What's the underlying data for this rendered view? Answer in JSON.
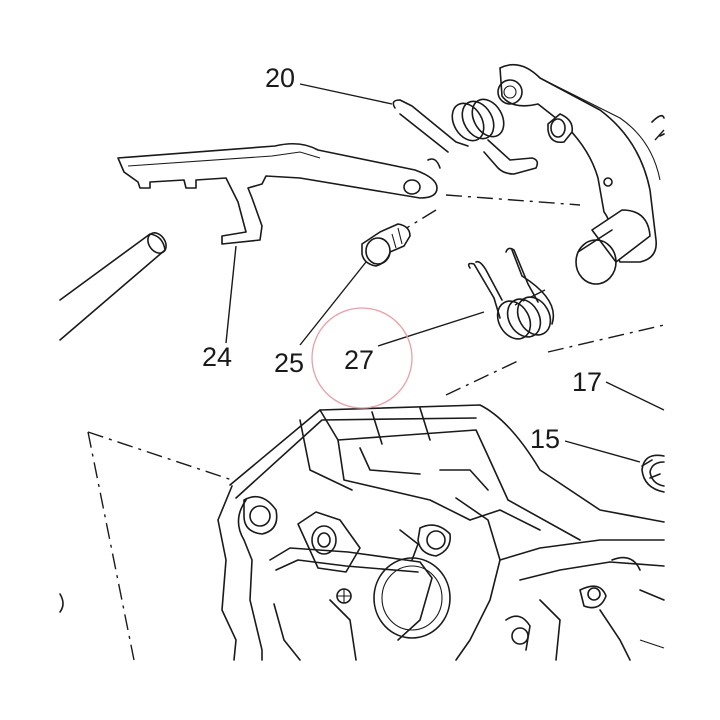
{
  "diagram": {
    "callouts": [
      {
        "id": "c20",
        "label": "20"
      },
      {
        "id": "c24",
        "label": "24"
      },
      {
        "id": "c25",
        "label": "25"
      },
      {
        "id": "c27",
        "label": "27"
      },
      {
        "id": "c17",
        "label": "17"
      },
      {
        "id": "c15",
        "label": "15"
      }
    ],
    "highlight": {
      "target": "27",
      "color": "#e8a0a8"
    },
    "line_color": "#1a1a1a",
    "background": "#ffffff"
  }
}
